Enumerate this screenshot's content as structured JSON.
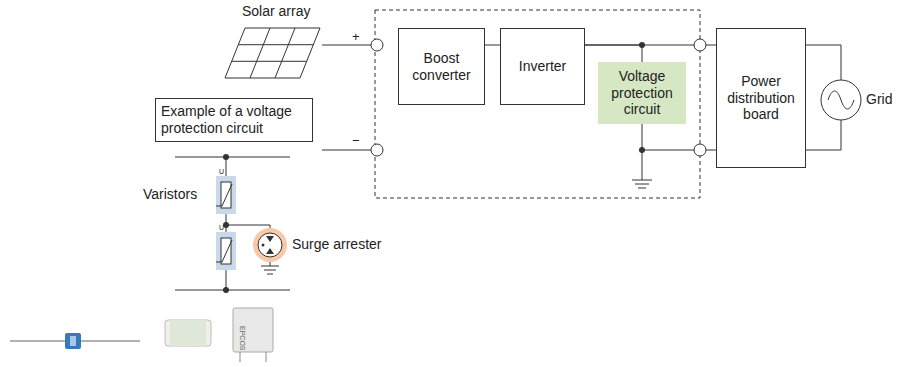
{
  "diagram": {
    "nodes": [
      {
        "text": [
          "Boost converter"
        ]
      },
      {
        "text": [
          "Inverter"
        ]
      },
      {
        "text": [
          "Voltage protection circuit"
        ]
      },
      {
        "text": [
          "Power distribution board"
        ]
      },
      {
        "text": [
          "Example of a voltage protection circuit"
        ]
      }
    ],
    "edges": [
      {
        "from": 0,
        "to": 1,
        "arrow": "none"
      },
      {
        "from": 1,
        "to": 2,
        "arrow": "none"
      },
      {
        "from": 1,
        "to": 3,
        "arrow": "none"
      },
      {
        "from": 2,
        "to": 3,
        "arrow": "none"
      }
    ],
    "labels": [
      "Solar array",
      "+",
      "−",
      "Grid",
      "Varistors",
      "U",
      "U",
      "Surge arrester",
      "EPCOS"
    ]
  }
}
